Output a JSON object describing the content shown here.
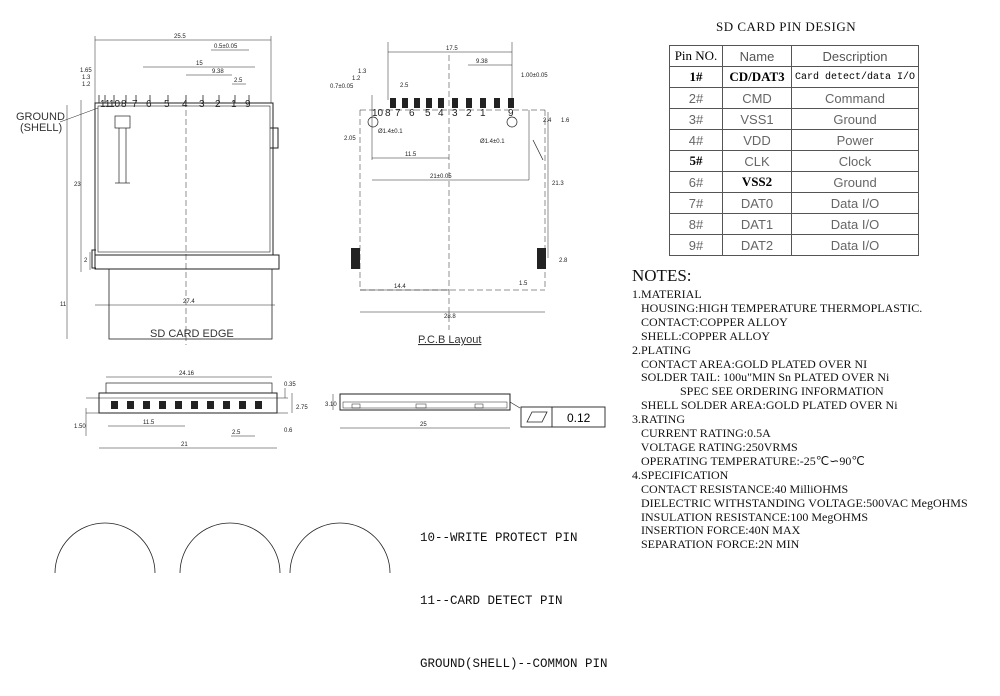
{
  "drawing": {
    "ground_label": [
      "GROUND",
      "(SHELL)"
    ],
    "card_edge_label": "SD CARD EDGE",
    "pcb_label": "P.C.B Layout",
    "tolerance_value": "0.12",
    "pin_labels": [
      "11",
      "10",
      "8",
      "7",
      "6",
      "5",
      "4",
      "3",
      "2",
      "1",
      "9"
    ],
    "pcb_pin_labels": [
      "10",
      "8",
      "7",
      "6",
      "5",
      "4",
      "3",
      "2",
      "1",
      "9"
    ],
    "dims": {
      "top_25_5": "25.5",
      "top_0_5": "0.5±0.05",
      "top_15": "15",
      "top_9_38": "9.38",
      "top_2_5": "2.5",
      "left_1_65": "1.65",
      "left_1_3": "1.3",
      "left_1_2": "1.2",
      "height_23": "23",
      "height_11": "11",
      "bottom_27_4": "27.4",
      "left_2": "2",
      "pcb_17_5": "17.5",
      "pcb_9_38": "9.38",
      "pcb_1_3": "1.3",
      "pcb_1_2": "1.2",
      "pcb_0_7": "0.7±0.05",
      "pcb_2_5": "2.5",
      "pcb_1_0": "1.00±0.05",
      "pcb_2_05": "2.05",
      "pcb_11_5": "11.5",
      "pcb_21": "21±0.05",
      "pcb_21_3": "21.3",
      "pcb_14_4": "14.4",
      "pcb_1_5": "1.5",
      "pcb_28_8": "28.8",
      "pcb_2_8": "2.8",
      "pcb_2_4": "2.4",
      "pcb_1_6": "1.6",
      "pcb_hole_a": "Ø1.4±0.1",
      "pcb_hole_b": "Ø1.4±0.1",
      "front_24_16": "24.16",
      "front_0_35": "0.35",
      "front_2_75": "2.75",
      "front_1_50": "1.50",
      "front_11_5": "11.5",
      "front_2_5": "2.5",
      "front_21": "21",
      "front_0_6": "0.6",
      "side_3_10": "3.10",
      "side_25": "25"
    }
  },
  "table": {
    "title": "SD CARD PIN DESIGN",
    "headers": [
      "Pin NO.",
      "Name",
      "Description"
    ],
    "rows": [
      [
        "1#",
        "CD/DAT3",
        "Card detect/data I/O"
      ],
      [
        "2#",
        "CMD",
        "Command"
      ],
      [
        "3#",
        "VSS1",
        "Ground"
      ],
      [
        "4#",
        "VDD",
        "Power"
      ],
      [
        "5#",
        "CLK",
        "Clock"
      ],
      [
        "6#",
        "VSS2",
        "Ground"
      ],
      [
        "7#",
        "DAT0",
        "Data I/O"
      ],
      [
        "8#",
        "DAT1",
        "Data I/O"
      ],
      [
        "9#",
        "DAT2",
        "Data I/O"
      ]
    ]
  },
  "notes": {
    "heading": "NOTES:",
    "lines": [
      "1.MATERIAL",
      "   HOUSING:HIGH TEMPERATURE THERMOPLASTIC.",
      "   CONTACT:COPPER ALLOY",
      "   SHELL:COPPER ALLOY",
      "2.PLATING",
      "   CONTACT AREA:GOLD PLATED OVER NI",
      "   SOLDER TAIL: 100u\"MIN Sn PLATED OVER Ni",
      "                SPEC SEE ORDERING INFORMATION",
      "   SHELL SOLDER AREA:GOLD PLATED OVER Ni",
      "3.RATING",
      "   CURRENT RATING:0.5A",
      "   VOLTAGE RATING:250VRMS",
      "   OPERATING TEMPERATURE:-25℃∽90℃",
      "4.SPECIFICATION",
      "   CONTACT RESISTANCE:40 MilliOHMS",
      "   DIELECTRIC WITHSTANDING VOLTAGE:500VAC MegOHMS",
      "   INSULATION RESISTANCE:100 MegOHMS",
      "   INSERTION FORCE:40N MAX",
      "   SEPARATION FORCE:2N MIN"
    ]
  },
  "legend": [
    "10--WRITE PROTECT PIN",
    "11--CARD DETECT PIN",
    "GROUND(SHELL)--COMMON PIN"
  ]
}
